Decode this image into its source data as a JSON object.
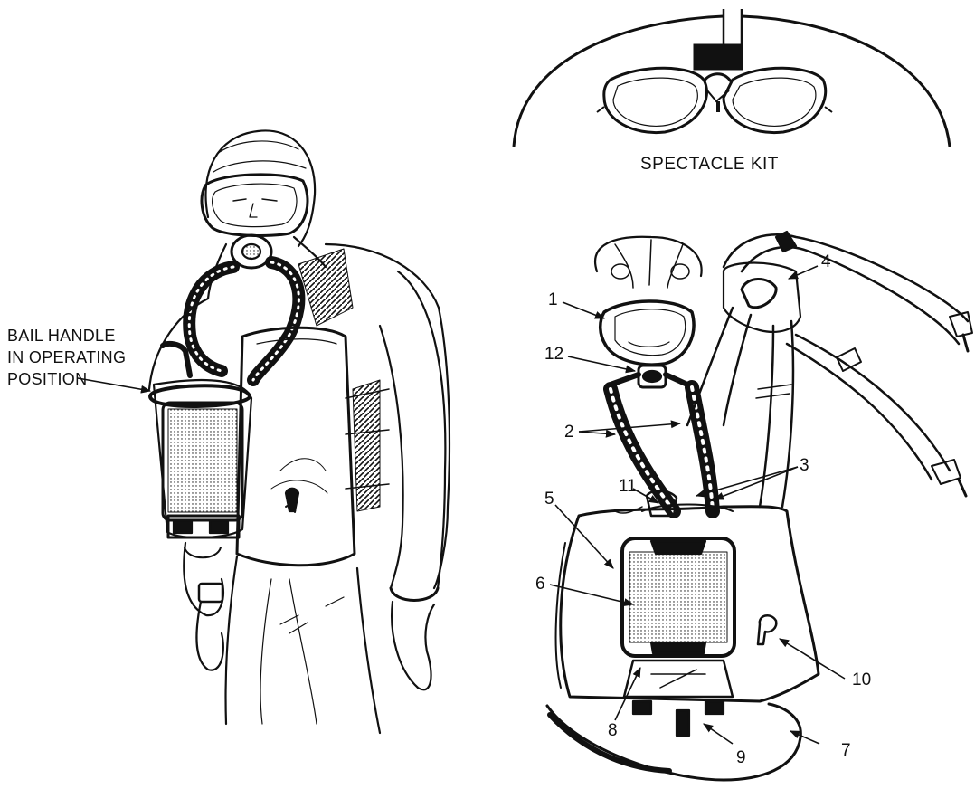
{
  "figure": {
    "caption_spectacle": "SPECTACLE KIT",
    "bail_label": [
      "BAIL HANDLE",
      "IN OPERATING",
      "POSITION"
    ],
    "callouts": [
      "1",
      "2",
      "3",
      "4",
      "5",
      "6",
      "7",
      "8",
      "9",
      "10",
      "11",
      "12"
    ],
    "ink_color": "#111111",
    "paper_color": "#ffffff"
  }
}
